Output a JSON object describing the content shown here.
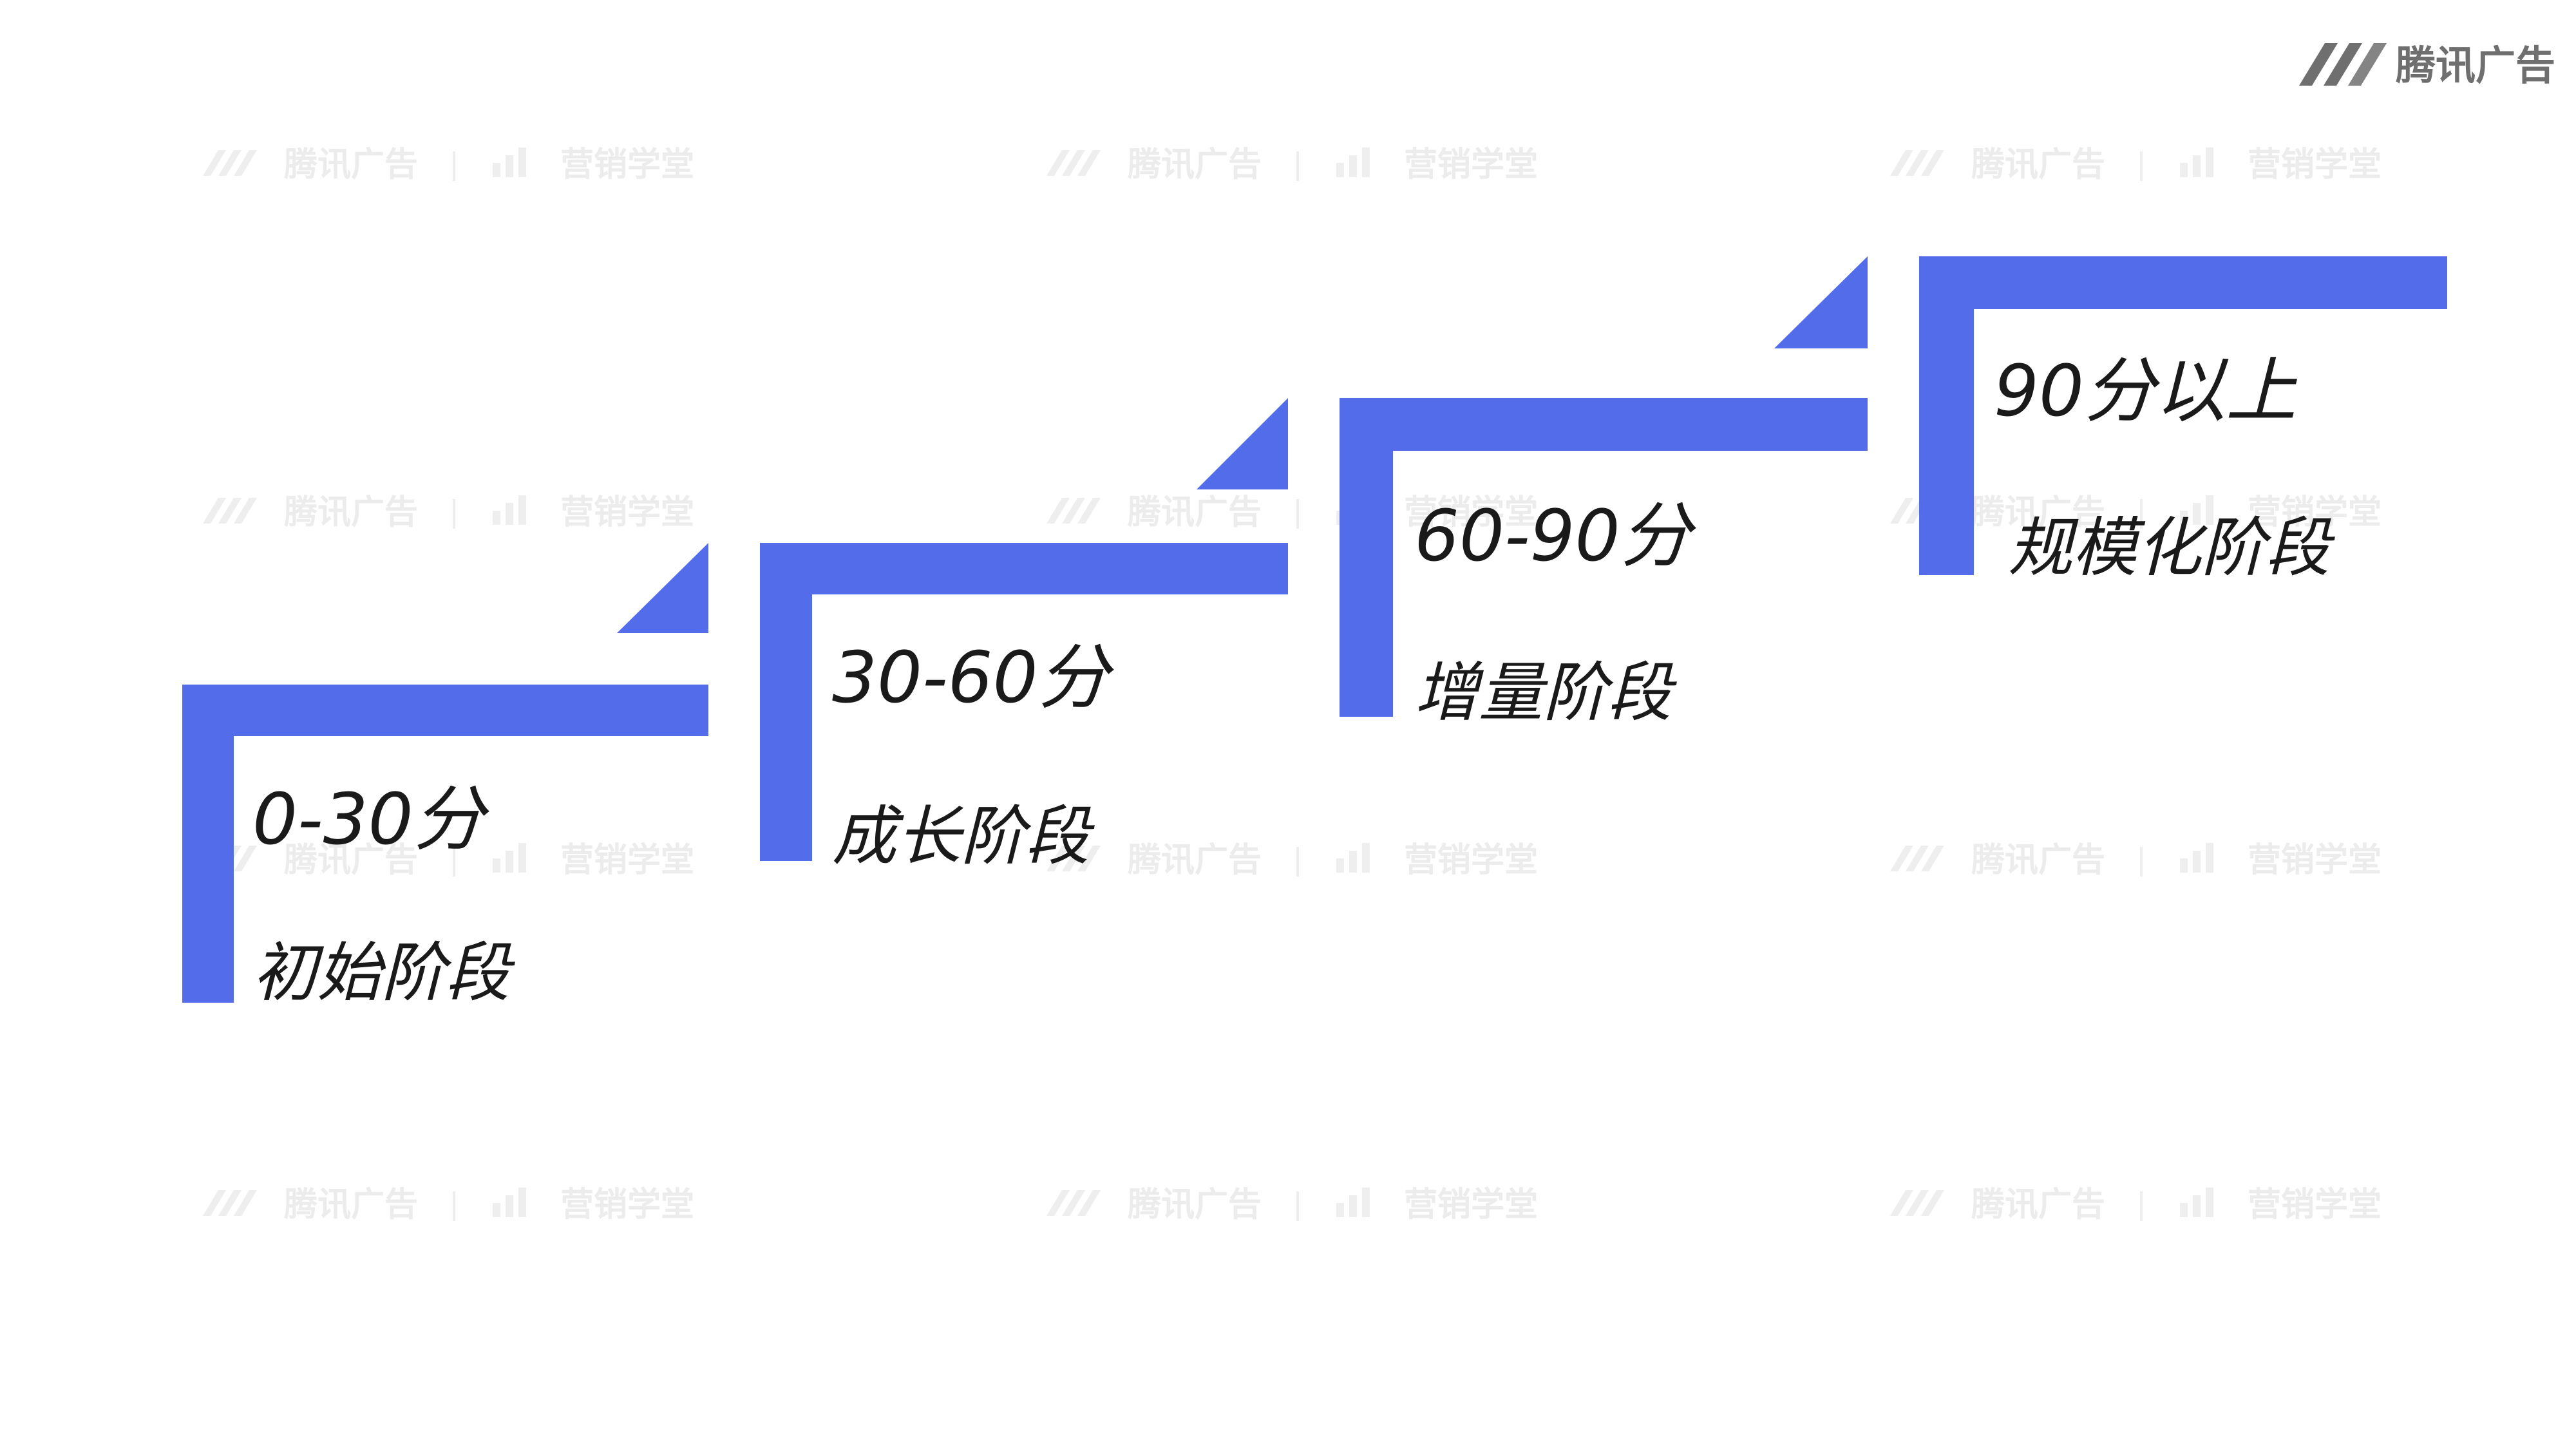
{
  "brand": {
    "logo_text": "腾讯广告",
    "watermark_primary": "腾讯广告",
    "watermark_secondary": "营销学堂"
  },
  "colors": {
    "accent": "#536DEA",
    "text": "#1A1A1A",
    "watermark": "#ECECEC",
    "logo": "#6F6F6F"
  },
  "stages": [
    {
      "score": "0-30分",
      "name": "初始阶段"
    },
    {
      "score": "30-60分",
      "name": "成长阶段"
    },
    {
      "score": "60-90分",
      "name": "增量阶段"
    },
    {
      "score": "90分以上",
      "name": "规模化阶段"
    }
  ]
}
